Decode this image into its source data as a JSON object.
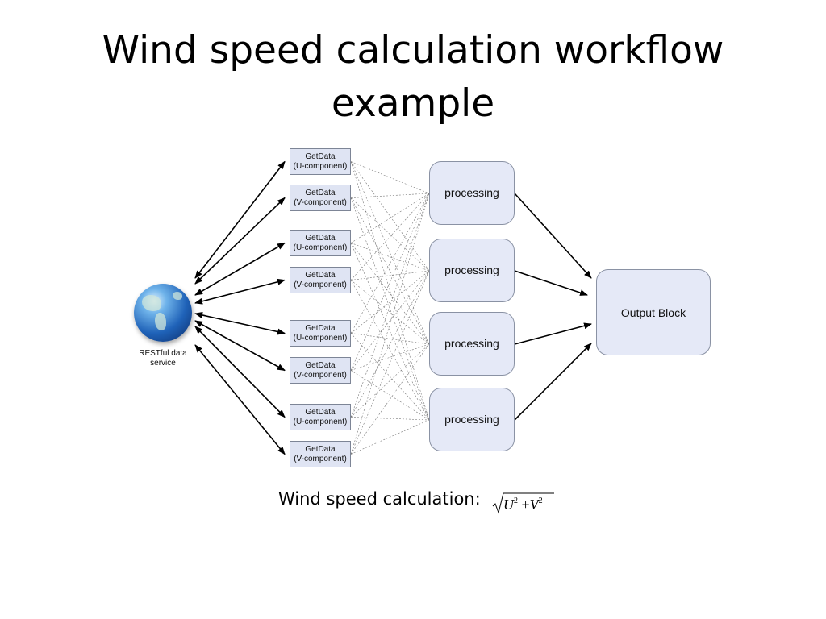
{
  "slide": {
    "title_line1": "Wind speed calculation workflow",
    "title_line2": "example"
  },
  "service": {
    "icon": "globe-icon",
    "label_line1": "RESTful data",
    "label_line2": "service"
  },
  "getdata_blocks": [
    {
      "line1": "GetData",
      "line2": "(U-component)"
    },
    {
      "line1": "GetData",
      "line2": "(V-component)"
    },
    {
      "line1": "GetData",
      "line2": "(U-component)"
    },
    {
      "line1": "GetData",
      "line2": "(V-component)"
    },
    {
      "line1": "GetData",
      "line2": "(U-component)"
    },
    {
      "line1": "GetData",
      "line2": "(V-component)"
    },
    {
      "line1": "GetData",
      "line2": "(U-component)"
    },
    {
      "line1": "GetData",
      "line2": "(V-component)"
    }
  ],
  "processing_blocks": [
    {
      "label": "processing"
    },
    {
      "label": "processing"
    },
    {
      "label": "processing"
    },
    {
      "label": "processing"
    }
  ],
  "output": {
    "label": "Output Block"
  },
  "formula": {
    "label": "Wind speed calculation:",
    "u": "U",
    "v": "V",
    "exp": "2",
    "plus": "+"
  },
  "colors": {
    "box_fill": "#dfe4f3",
    "rounded_fill": "#e5e9f7",
    "border": "#7d8596"
  }
}
